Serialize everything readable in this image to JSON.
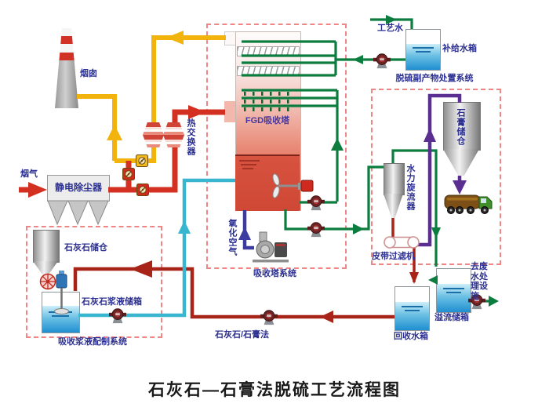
{
  "title": "石灰石—石膏法脱硫工艺流程图",
  "labels": {
    "flue_gas": "烟气",
    "chimney": "烟囱",
    "esp": "静电除尘器",
    "heat_exchanger": "热交换器",
    "fgd_tower": "FGD吸收塔",
    "oxidation_air": "氧化空气",
    "tower_system": "吸收塔系统",
    "process_water": "工艺水",
    "makeup_tank": "补给水箱",
    "byproduct_system": "脱硫副产物处置系统",
    "gypsum_silo": "石膏储仓",
    "hydrocyclone": "水力旋流器",
    "belt_filter": "皮带过滤机",
    "recovery_tank": "回收水箱",
    "overflow_tank": "溢流储箱",
    "to_wastewater": "去废水处理设施",
    "limestone_silo": "石灰石储仓",
    "limestone_slurry_tank": "石灰石浆液储箱",
    "slurry_prep_system": "吸收浆液配制系统",
    "process_name": "石灰石/石膏法"
  },
  "colors": {
    "red": "#d33021",
    "yellow": "#f2b40c",
    "green": "#0c7d3f",
    "cyan": "#38b6cf",
    "purple": "#5b2f92",
    "darkred": "#a82418",
    "blue": "#3b3ba0",
    "dash": "#ef8585",
    "label": "#2b2f92",
    "title": "#1a1a1a"
  }
}
